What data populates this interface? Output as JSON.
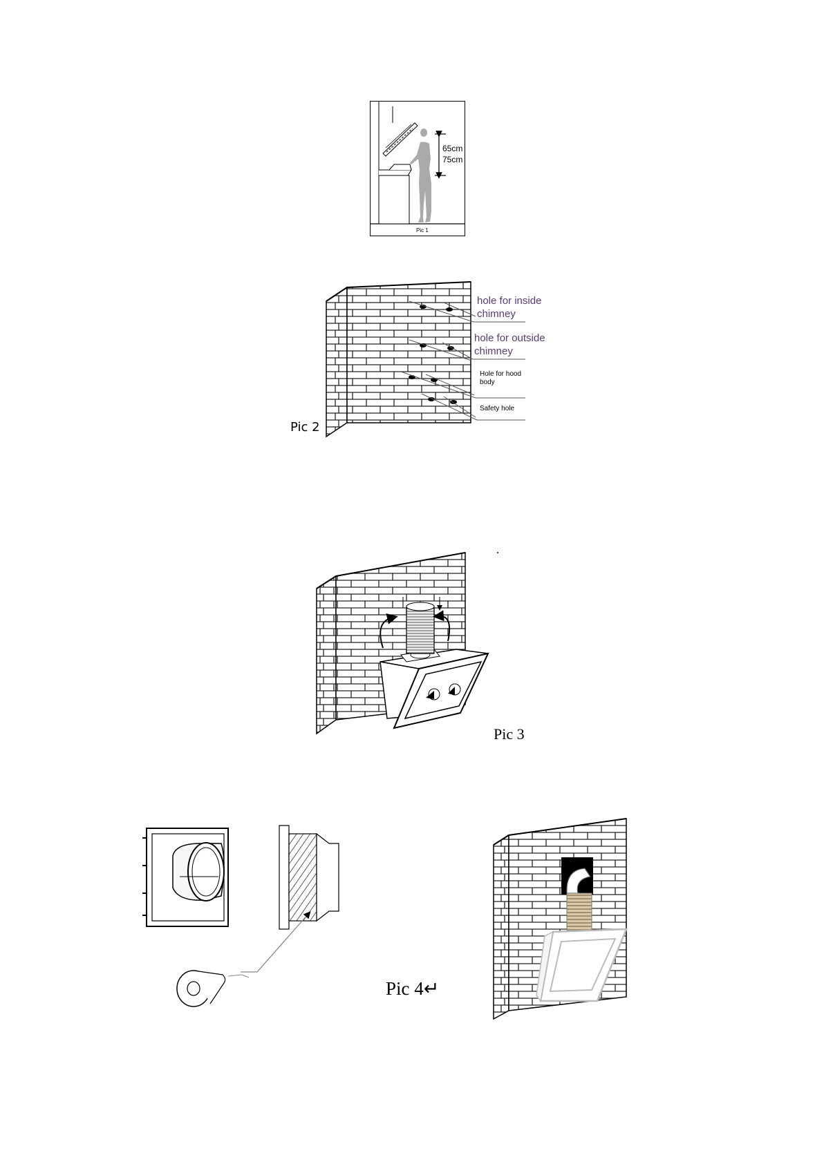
{
  "pic1": {
    "caption": "Pic 1",
    "dim_upper": "65cm",
    "dim_lower": "75cm"
  },
  "pic2": {
    "caption": "Pic 2",
    "label_inside_chimney": "hole for inside chimney",
    "label_outside_chimney": "hole for outside chimney",
    "label_hood_body": "Hole for hood body",
    "label_safety": "Safety hole"
  },
  "pic3": {
    "caption": "Pic 3"
  },
  "pic4": {
    "caption": "Pic 4↵"
  }
}
